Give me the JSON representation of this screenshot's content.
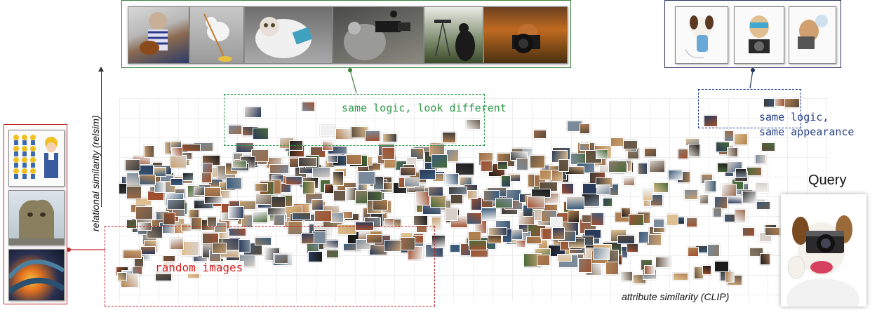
{
  "axes": {
    "y_label": "relational similarity (relsim)",
    "x_label": "attribute similarity (CLIP)"
  },
  "callouts": {
    "top_green": {
      "text": "same logic, look different",
      "color": "#2e9a4a",
      "border": "#3a7d3a"
    },
    "top_right_blue": {
      "text_line1": "same logic,",
      "text_line2": "same appearance",
      "color": "#26408a",
      "border": "#26325f"
    },
    "random": {
      "text": "random images",
      "color": "#d42020",
      "border": "#c02828"
    }
  },
  "query": {
    "label": "Query"
  },
  "panels": {
    "top_green_images": [
      "cat-guitar",
      "dog-mop",
      "cat-laptop",
      "koala-camera",
      "bear-telescope",
      "squirrel-camera"
    ],
    "top_blue_images": [
      "dog-phone",
      "dog-camera",
      "dog-lightbulb"
    ],
    "left_red_images": [
      "worker-grid",
      "gargoyle",
      "wave-sunset"
    ]
  }
}
